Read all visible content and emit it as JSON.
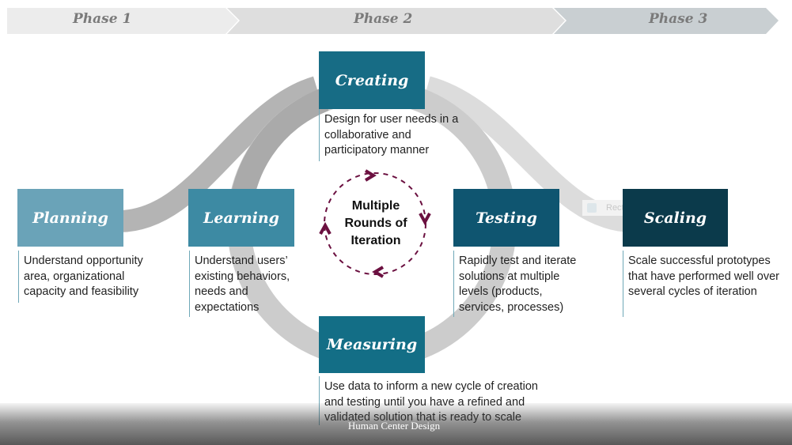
{
  "phases": [
    {
      "label": "Phase 1"
    },
    {
      "label": "Phase 2"
    },
    {
      "label": "Phase 3"
    }
  ],
  "stages": {
    "planning": {
      "title": "Planning",
      "desc": "Understand opportunity area, organizational capacity and feasibility",
      "color": "#6aa3b8"
    },
    "learning": {
      "title": "Learning",
      "desc": "Understand users’ existing behaviors, needs and expectations",
      "color": "#3d8aa3"
    },
    "creating": {
      "title": "Creating",
      "desc": "Design for user needs in a collaborative and participatory manner",
      "color": "#176c85"
    },
    "testing": {
      "title": "Testing",
      "desc": "Rapidly test and iterate solutions at multiple levels (products, services, processes)",
      "color": "#0f5570"
    },
    "measuring": {
      "title": "Measuring",
      "desc": "Use data to inform a new cycle of creation and testing until you have a refined and validated solution that is ready to scale",
      "color": "#136e86"
    },
    "scaling": {
      "title": "Scaling",
      "desc": "Scale successful prototypes that have performed well over several cycles of iteration",
      "color": "#0b3a4b"
    }
  },
  "center": {
    "lines": [
      "Multiple",
      "Rounds of",
      "Iteration"
    ],
    "color": "#6b1040"
  },
  "ghost_label": "Rectangular Snip",
  "caption": "Human Center Design"
}
